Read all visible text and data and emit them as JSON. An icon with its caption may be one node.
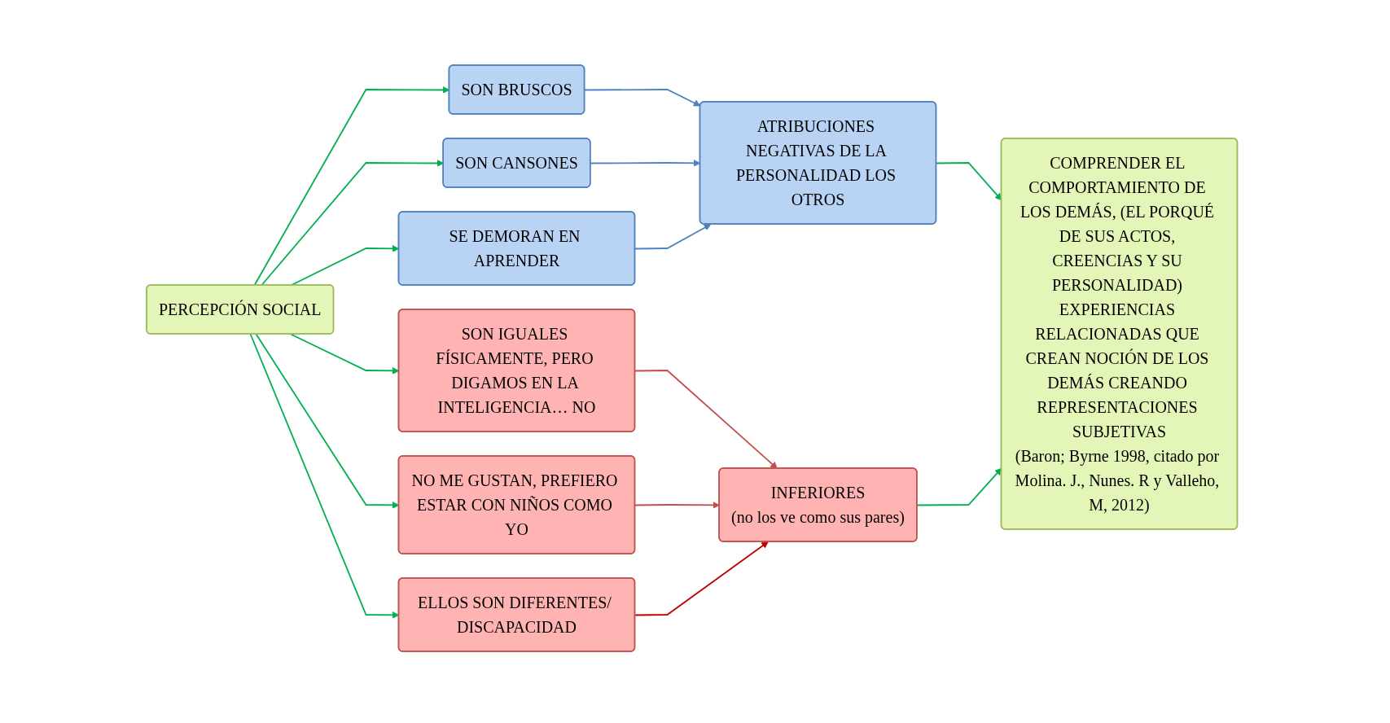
{
  "diagram": {
    "nodes": [
      {
        "text": [
          "PERCEPCIÓN SOCIAL"
        ]
      },
      {
        "text": [
          "SON IGUALES FÍSICAMENTE, PERO DIGAMOS EN LA INTELIGENCIA… NO"
        ]
      },
      {
        "text": [
          "SON BRUSCOS"
        ]
      },
      {
        "text": [
          "SON CANSONES"
        ]
      },
      {
        "text": [
          "NO ME GUSTAN, PREFIERO ESTAR CON NIÑOS COMO YO"
        ]
      },
      {
        "text": [
          "SE DEMORAN EN APRENDER"
        ]
      },
      {
        "text": [
          "ELLOS SON DIFERENTES/ DISCAPACIDAD"
        ]
      },
      {
        "text": [
          "ATRIBUCIONES NEGATIVAS DE LA PERSONALIDAD LOS OTROS"
        ]
      },
      {
        "text": [
          "INFERIORES",
          "(no los ve como sus pares)"
        ]
      },
      {
        "text": [
          "COMPRENDER EL COMPORTAMIENTO DE LOS DEMÁS, (EL PORQUÉ DE SUS ACTOS, CREENCIAS Y SU PERSONALIDAD) EXPERIENCIAS RELACIONADAS QUE CREAN NOCIÓN DE LOS DEMÁS CREANDO REPRESENTACIONES SUBJETIVAS",
          "(Baron; Byrne 1998, citado por Molina. J., Nunes. R y Valleho, M, 2012)"
        ]
      }
    ],
    "edges": [
      {
        "from": 0,
        "to": 1,
        "arrow": "to",
        "color": "#00b050"
      },
      {
        "from": 0,
        "to": 2,
        "arrow": "to",
        "color": "#00b050"
      },
      {
        "from": 0,
        "to": 3,
        "arrow": "to",
        "color": "#00b050"
      },
      {
        "from": 0,
        "to": 4,
        "arrow": "to",
        "color": "#00b050"
      },
      {
        "from": 0,
        "to": 5,
        "arrow": "to",
        "color": "#00b050"
      },
      {
        "from": 0,
        "to": 6,
        "arrow": "to",
        "color": "#00b050"
      },
      {
        "from": 1,
        "to": 8,
        "arrow": "to",
        "color": "#c0504d"
      },
      {
        "from": 2,
        "to": 7,
        "arrow": "to",
        "color": "#4f81bd"
      },
      {
        "from": 3,
        "to": 7,
        "arrow": "to",
        "color": "#4f81bd"
      },
      {
        "from": 4,
        "to": 8,
        "arrow": "to",
        "color": "#c0504d"
      },
      {
        "from": 5,
        "to": 7,
        "arrow": "to",
        "color": "#4f81bd"
      },
      {
        "from": 6,
        "to": 8,
        "arrow": "to",
        "color": "#c00000"
      },
      {
        "from": 7,
        "to": 9,
        "arrow": "to",
        "color": "#00b050"
      },
      {
        "from": 8,
        "to": 9,
        "arrow": "to",
        "color": "#00b050"
      }
    ]
  }
}
